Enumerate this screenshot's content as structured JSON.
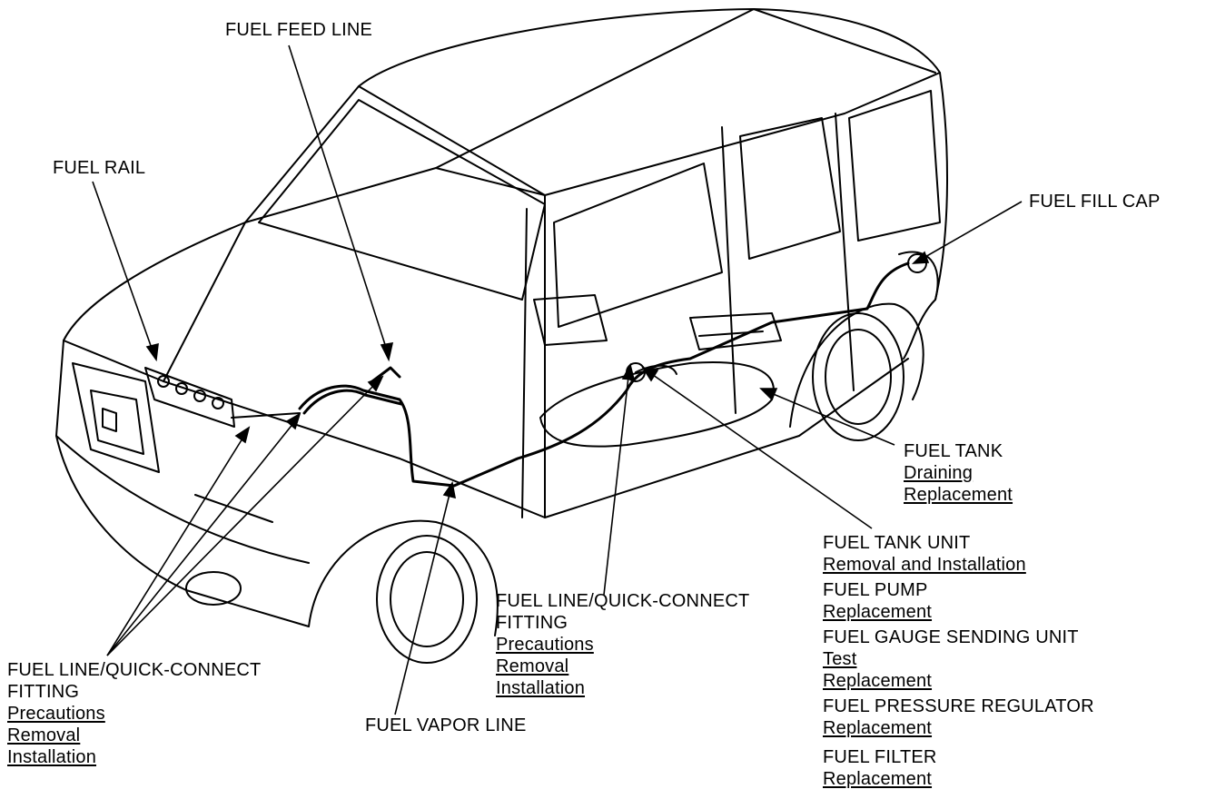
{
  "labels": {
    "fuel_feed_line": "FUEL FEED LINE",
    "fuel_rail": "FUEL RAIL",
    "fuel_fill_cap": "FUEL FILL CAP",
    "fuel_tank": {
      "title": "FUEL TANK",
      "links": [
        "Draining",
        "Replacement"
      ]
    },
    "fuel_tank_unit": {
      "title": "FUEL TANK UNIT",
      "links": [
        "Removal and Installation"
      ]
    },
    "fuel_pump": {
      "title": "FUEL PUMP",
      "links": [
        "Replacement"
      ]
    },
    "fuel_gauge_sending_unit": {
      "title": "FUEL GAUGE SENDING UNIT",
      "links": [
        "Test",
        "Replacement"
      ]
    },
    "fuel_pressure_regulator": {
      "title": "FUEL PRESSURE REGULATOR",
      "links": [
        "Replacement"
      ]
    },
    "fuel_filter": {
      "title": "FUEL FILTER",
      "links": [
        "Replacement"
      ]
    },
    "fuel_line_qc_center": {
      "title": [
        "FUEL LINE/QUICK-CONNECT",
        "FITTING"
      ],
      "links": [
        "Precautions",
        "Removal",
        "Installation"
      ]
    },
    "fuel_line_qc_left": {
      "title": [
        "FUEL LINE/QUICK-CONNECT",
        "FITTING"
      ],
      "links": [
        "Precautions",
        "Removal",
        "Installation"
      ]
    },
    "fuel_vapor_line": "FUEL VAPOR LINE"
  }
}
